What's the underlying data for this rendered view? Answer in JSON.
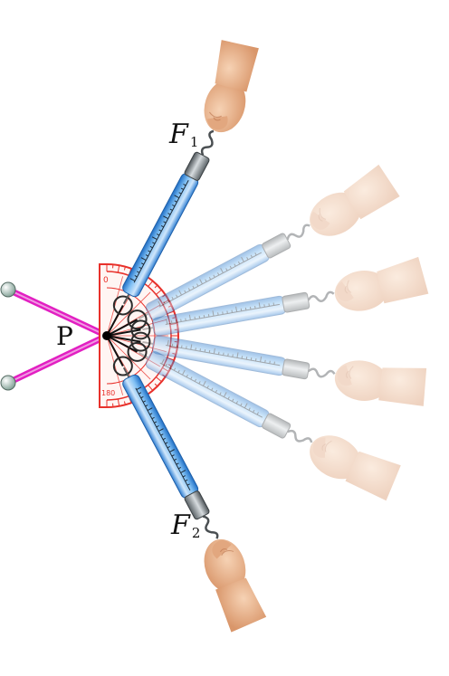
{
  "labels": {
    "point": "P",
    "force1_symbol": "F",
    "force1_subscript": "1",
    "force2_symbol": "F",
    "force2_subscript": "2"
  },
  "protractor": {
    "scale_top": "0",
    "scale_bottom": "180"
  },
  "colors": {
    "string": "#e21fc2",
    "protractor": "#e8312b",
    "barrel": "#3a8ee0",
    "skin": "#e9b58f",
    "metal": "#8a8f93"
  },
  "icons": [
    "hand-icon",
    "spring-balance-icon",
    "protractor-icon",
    "peg-icon"
  ]
}
